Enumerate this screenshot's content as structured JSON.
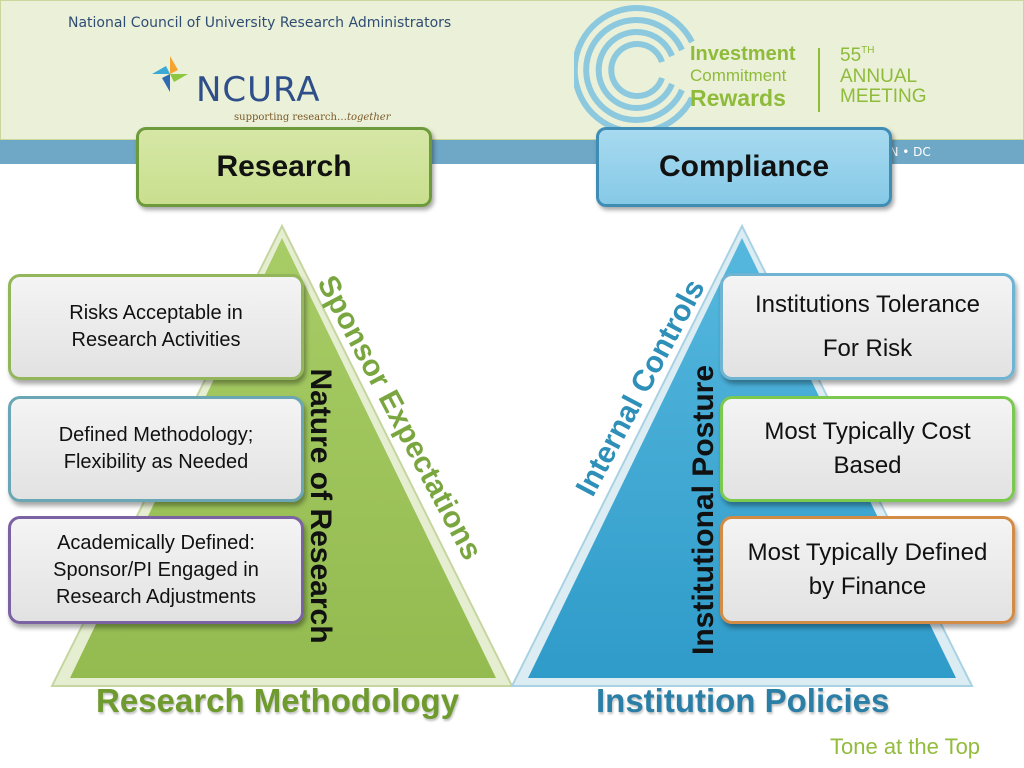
{
  "header": {
    "org_name": "National Council of University Research Administrators",
    "logo_text": "NCURA",
    "tagline_main": "supporting research…",
    "tagline_em": "together",
    "theme_line1": "Investment",
    "theme_line2": "Commitment",
    "theme_line3": "Rewards",
    "meeting_number": "55",
    "meeting_suffix": "TH",
    "meeting_line2": "ANNUAL",
    "meeting_line3": "MEETING",
    "stripe_text": "ON • DC"
  },
  "diagram": {
    "left_title": "Research",
    "right_title": "Compliance",
    "left_items": [
      "Risks Acceptable in Research Activities",
      "Defined Methodology; Flexibility as Needed",
      "Academically Defined: Sponsor/PI Engaged in Research Adjustments"
    ],
    "right_items": [
      [
        "Institutions Tolerance",
        "For Risk"
      ],
      "Most Typically Cost Based",
      "Most Typically Defined by Finance"
    ],
    "left_side_outer": "Sponsor Expectations",
    "left_side_inner": "Nature of Research",
    "right_side_outer": "Internal Controls",
    "right_side_inner": "Institutional Posture",
    "left_base": "Research Methodology",
    "right_base": "Institution Policies",
    "footer": "Tone at the Top"
  },
  "colors": {
    "green_triangle": "#9dc35a",
    "blue_triangle": "#3aa8d4",
    "brand_green": "#8fbb3a",
    "brand_navy": "#2e4f8a"
  },
  "icons": {
    "logo": "ncura-pinwheel-icon",
    "meeting_emblem": "concentric-rings-icon"
  }
}
